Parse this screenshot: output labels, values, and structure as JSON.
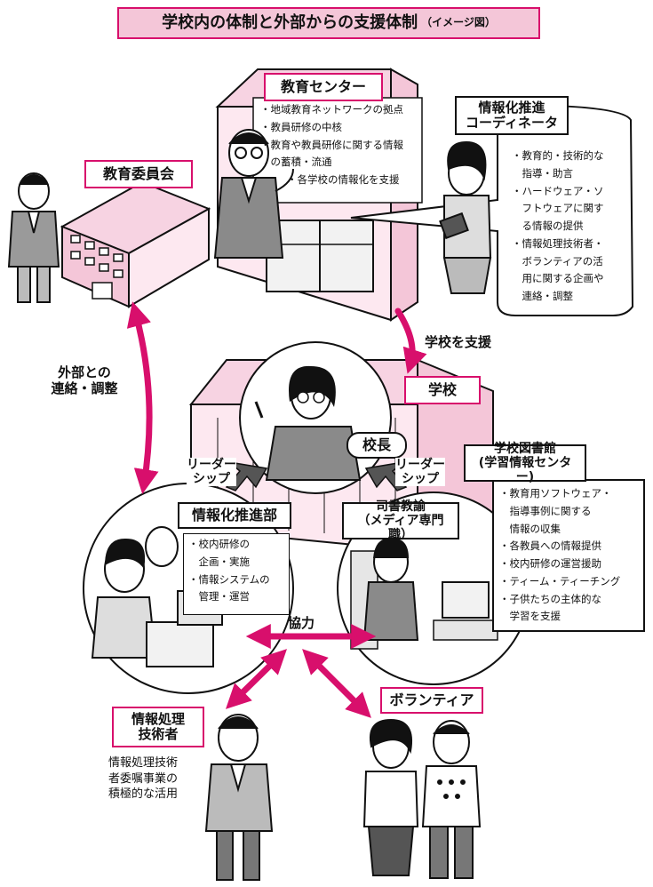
{
  "title": "学校内の体制と外部からの支援体制",
  "title_note": "（イメージ図）",
  "colors": {
    "accent": "#d80f6c",
    "pink_fill": "#f4c6d8",
    "light_fill": "#fde8f0"
  },
  "education_board": {
    "label": "教育委員会"
  },
  "education_center": {
    "label": "教育センター",
    "items": [
      "地域教育ネットワークの拠点",
      "教員研修の中核",
      "教育や教員研修に関する情報",
      "の蓄積・流通",
      "各学校の情報化を支援"
    ]
  },
  "coordinator": {
    "label_line1": "情報化推進",
    "label_line2": "コーディネータ",
    "items": [
      "教育的・技術的な",
      "指導・助言",
      "ハードウェア・ソ",
      "フトウェアに関す",
      "る情報の提供",
      "情報処理技術者・",
      "ボランティアの活",
      "用に関する企画や",
      "連絡・調整"
    ]
  },
  "support_label": "学校を支援",
  "external_liaison": {
    "line1": "外部との",
    "line2": "連絡・調整"
  },
  "school": {
    "label": "学校"
  },
  "principal": {
    "label": "校長"
  },
  "leadership_left": {
    "line1": "リーダー",
    "line2": "シップ"
  },
  "leadership_right": {
    "line1": "リーダー",
    "line2": "シップ"
  },
  "library": {
    "label_line1": "学校図書館",
    "label_line2": "(学習情報センター)",
    "items": [
      "教育用ソフトウェア・",
      "指導事例に関する",
      "情報の収集",
      "各教員への情報提供",
      "校内研修の運営援助",
      "ティーム・ティーチング",
      "子供たちの主体的な",
      "学習を支援"
    ]
  },
  "info_dept": {
    "label": "情報化推進部",
    "items": [
      "校内研修の",
      "企画・実施",
      "情報システムの",
      "管理・運営"
    ]
  },
  "librarian": {
    "label_line1": "司書教諭",
    "label_line2": "（メディア専門職）"
  },
  "cooperation": "協力",
  "it_engineer": {
    "label_line1": "情報処理",
    "label_line2": "技術者",
    "desc": [
      "情報処理技術",
      "者委嘱事業の",
      "積極的な活用"
    ]
  },
  "volunteer": {
    "label": "ボランティア"
  }
}
